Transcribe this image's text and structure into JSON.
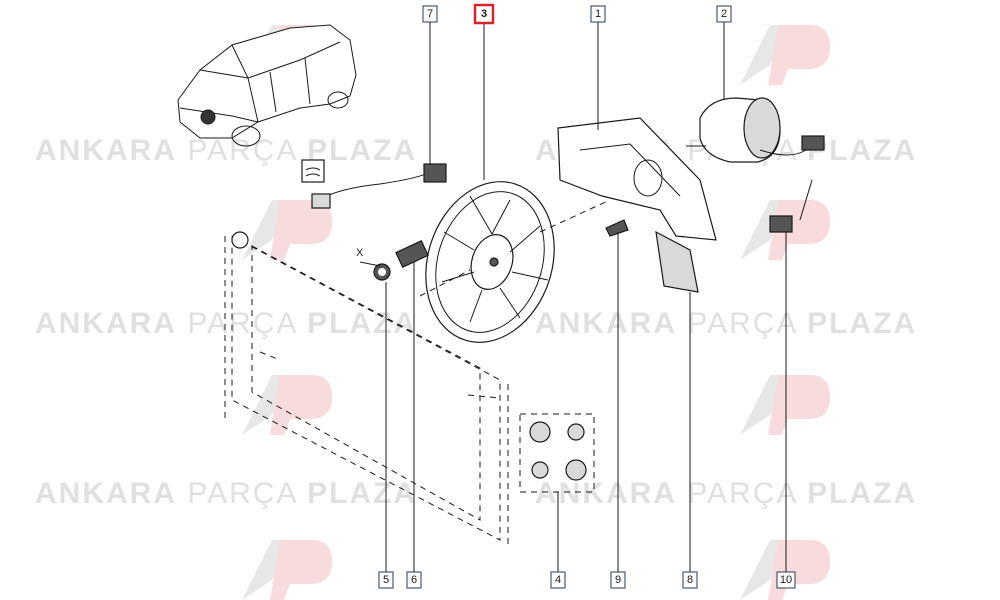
{
  "watermark": {
    "brand_left": "ANKARA",
    "brand_mid": "PARÇA",
    "brand_right": "PLAZA",
    "logo_letters": "AP",
    "color": "#c7c7c7"
  },
  "callouts": {
    "c1": "1",
    "c2": "2",
    "c3": "3",
    "c4": "4",
    "c5": "5",
    "c6": "6",
    "c7": "7",
    "c8": "8",
    "c9": "9",
    "c10": "10"
  },
  "selected_callout": "3",
  "marker_x": "X",
  "colors": {
    "callout_border": "#2a3a5a",
    "selected_border": "#d8232a",
    "logo_red": "#f0b7ba",
    "logo_gray": "#cfcfcf"
  }
}
